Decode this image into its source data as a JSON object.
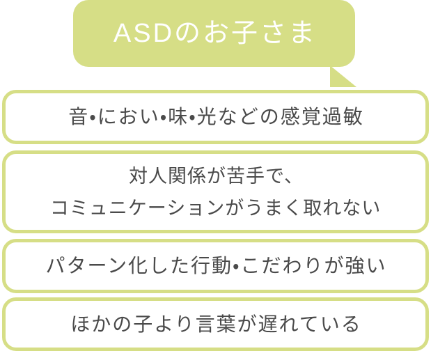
{
  "diagram": {
    "title_bubble": {
      "label": "ASDのお子さま",
      "fill_color": "#d6de86",
      "text_color": "#ffffff"
    },
    "accent_color": "#d6de86",
    "text_color": "#4a4a4a",
    "box_fill_color": "#ffffff",
    "statements": [
      {
        "text": "音・におい・味・光などの感覚過敏"
      },
      {
        "text": "対人関係が苦手で、\nコミュニケーションがうまく取れない"
      },
      {
        "text": "パターン化した行動・こだわりが強い"
      },
      {
        "text": "ほかの子より言葉が遅れている"
      }
    ]
  }
}
